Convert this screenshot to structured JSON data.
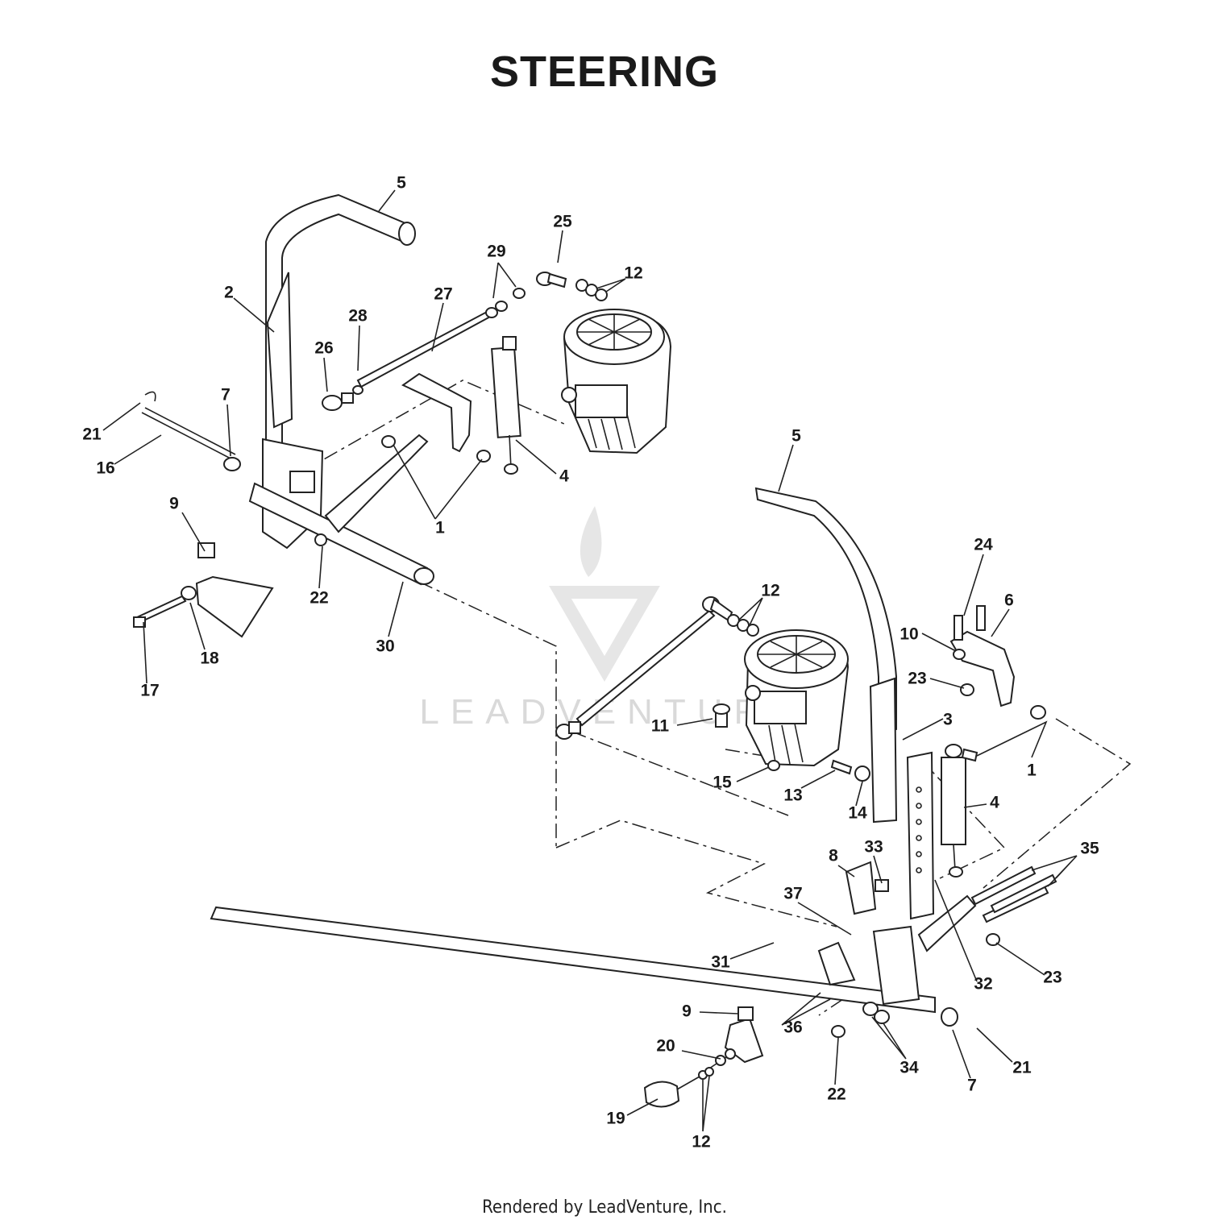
{
  "title": "STEERING",
  "footer": "Rendered by LeadVenture, Inc.",
  "watermark": "LEADVENTURE",
  "callouts": [
    {
      "id": "c5a",
      "text": "5"
    },
    {
      "id": "c25",
      "text": "25"
    },
    {
      "id": "c29",
      "text": "29"
    },
    {
      "id": "c12a",
      "text": "12"
    },
    {
      "id": "c2",
      "text": "2"
    },
    {
      "id": "c27",
      "text": "27"
    },
    {
      "id": "c28",
      "text": "28"
    },
    {
      "id": "c26",
      "text": "26"
    },
    {
      "id": "c7a",
      "text": "7"
    },
    {
      "id": "c21a",
      "text": "21"
    },
    {
      "id": "c16",
      "text": "16"
    },
    {
      "id": "c4a",
      "text": "4"
    },
    {
      "id": "c1a",
      "text": "1"
    },
    {
      "id": "c9a",
      "text": "9"
    },
    {
      "id": "c22a",
      "text": "22"
    },
    {
      "id": "c30",
      "text": "30"
    },
    {
      "id": "c18",
      "text": "18"
    },
    {
      "id": "c17",
      "text": "17"
    },
    {
      "id": "c5b",
      "text": "5"
    },
    {
      "id": "c24",
      "text": "24"
    },
    {
      "id": "c6",
      "text": "6"
    },
    {
      "id": "c12b",
      "text": "12"
    },
    {
      "id": "c10",
      "text": "10"
    },
    {
      "id": "c23a",
      "text": "23"
    },
    {
      "id": "c11",
      "text": "11"
    },
    {
      "id": "c3",
      "text": "3"
    },
    {
      "id": "c1b",
      "text": "1"
    },
    {
      "id": "c15",
      "text": "15"
    },
    {
      "id": "c13",
      "text": "13"
    },
    {
      "id": "c14",
      "text": "14"
    },
    {
      "id": "c4b",
      "text": "4"
    },
    {
      "id": "c8",
      "text": "8"
    },
    {
      "id": "c33",
      "text": "33"
    },
    {
      "id": "c35",
      "text": "35"
    },
    {
      "id": "c37",
      "text": "37"
    },
    {
      "id": "c31",
      "text": "31"
    },
    {
      "id": "c32",
      "text": "32"
    },
    {
      "id": "c23b",
      "text": "23"
    },
    {
      "id": "c9b",
      "text": "9"
    },
    {
      "id": "c36",
      "text": "36"
    },
    {
      "id": "c20",
      "text": "20"
    },
    {
      "id": "c34",
      "text": "34"
    },
    {
      "id": "c21b",
      "text": "21"
    },
    {
      "id": "c22b",
      "text": "22"
    },
    {
      "id": "c7b",
      "text": "7"
    },
    {
      "id": "c19",
      "text": "19"
    },
    {
      "id": "c12c",
      "text": "12"
    }
  ]
}
